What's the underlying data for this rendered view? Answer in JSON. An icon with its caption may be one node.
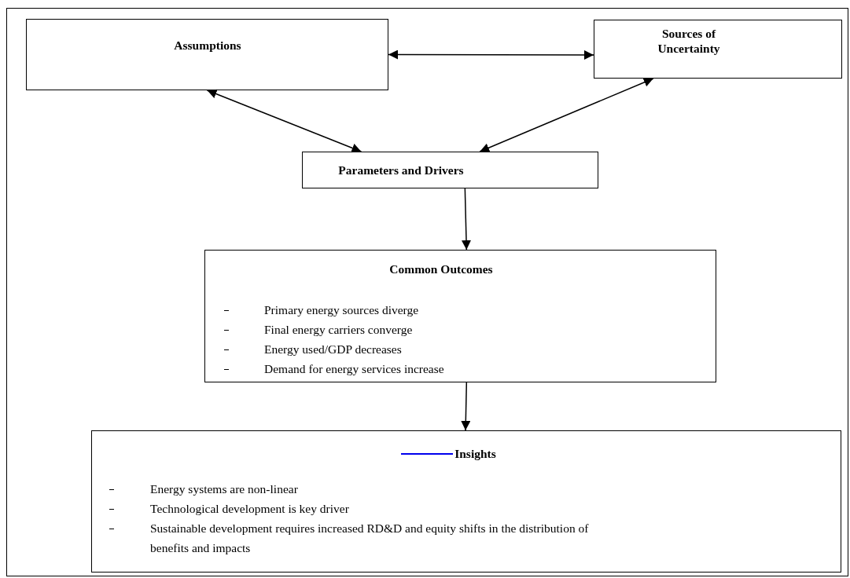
{
  "diagram": {
    "nodes": [
      {
        "text": [
          "Assumptions"
        ]
      },
      {
        "text": [
          "Sources of Uncertainty"
        ]
      },
      {
        "text": [
          "Parameters and Drivers"
        ]
      },
      {
        "text": [
          "Common Outcomes",
          "Primary energy sources diverge",
          "Final energy carriers converge",
          "Energy used/GDP decreases",
          "Demand for energy services increase"
        ]
      },
      {
        "text": [
          "Insights",
          "Energy systems are non-linear",
          "Technological development is key driver",
          "Sustainable development requires increased RD&D and equity shifts in the distribution of benefits and impacts"
        ]
      }
    ],
    "edges": [
      {
        "from": 0,
        "to": 1,
        "arrow": "both"
      },
      {
        "from": 0,
        "to": 2,
        "arrow": "both"
      },
      {
        "from": 1,
        "to": 2,
        "arrow": "both"
      },
      {
        "from": 2,
        "to": 3,
        "arrow": "to"
      },
      {
        "from": 3,
        "to": 4,
        "arrow": "to"
      }
    ]
  }
}
